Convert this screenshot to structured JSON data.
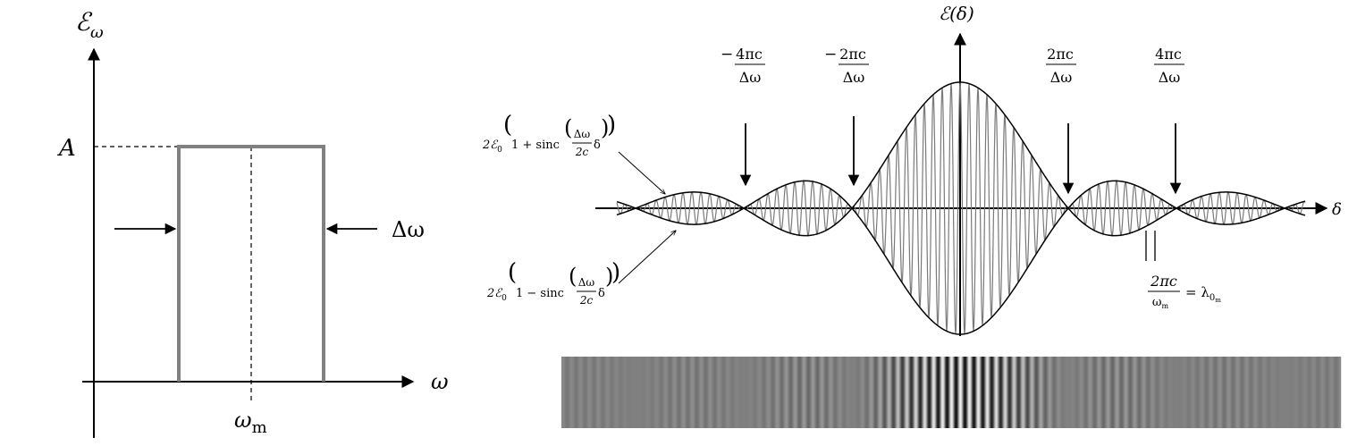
{
  "left_panel": {
    "y_axis_label": "ℰ",
    "y_axis_sub": "ω",
    "x_axis_label": "ω",
    "level_label": "A",
    "center_label": "ω",
    "center_sub": "m",
    "width_label": "Δω"
  },
  "right_panel": {
    "y_axis_label": "ℰ(δ)",
    "x_axis_label": "δ",
    "markers": [
      {
        "sign": "−",
        "num": "4πc",
        "den": "Δω"
      },
      {
        "sign": "−",
        "num": "2πc",
        "den": "Δω"
      },
      {
        "sign": "",
        "num": "2πc",
        "den": "Δω"
      },
      {
        "sign": "",
        "num": "4πc",
        "den": "Δω"
      }
    ],
    "upper_envelope": {
      "prefix": "2ℰ",
      "sub": "0",
      "body": "1 + sinc",
      "frac_num": "Δω",
      "frac_den": "2c",
      "arg": "δ"
    },
    "lower_envelope": {
      "prefix": "2ℰ",
      "sub": "0",
      "body": "1 − sinc",
      "frac_num": "Δω",
      "frac_den": "2c",
      "arg": "δ"
    },
    "period": {
      "num": "2πc",
      "den": "ω",
      "den_sub": "m",
      "rhs": "= λ",
      "rhs_sub": "0",
      "rhs_subsub": "m"
    }
  },
  "colors": {
    "ink": "#000000",
    "spectrum": "#808080",
    "fringe": "#7a7a7a"
  }
}
